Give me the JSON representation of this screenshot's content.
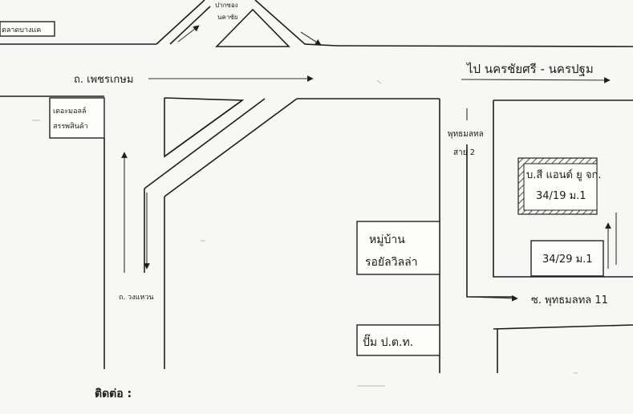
{
  "labels": {
    "market": "ตลาดบางแค",
    "intersection": "ปากซอง\nนคาซัย",
    "road_main": "ถ. เพชรเกษม",
    "direction": "ไป นครชัยศรี - นครปฐม",
    "mall": "เดอะมอลล์\nสรรพสินค้า",
    "road_phuttha": "พุทธมลทล\nสาย 2",
    "company": "บ.สี แอนด์ ยู จก.",
    "company_no": "34/19 ม.1",
    "house_no": "34/29 ม.1",
    "village": "หมู่บ้าน\nรอยัลวิลล่า",
    "gas": "ปั๊ม ป.ต.ท.",
    "road_wongwaen": "ถ. วงแหวน",
    "soi": "ซ. พุทธมลทล 11",
    "contact": "ติดต่อ :"
  },
  "colors": {
    "ink": "#1e1e1e",
    "paper": "#f7f7f5",
    "hatch": "#555555"
  }
}
